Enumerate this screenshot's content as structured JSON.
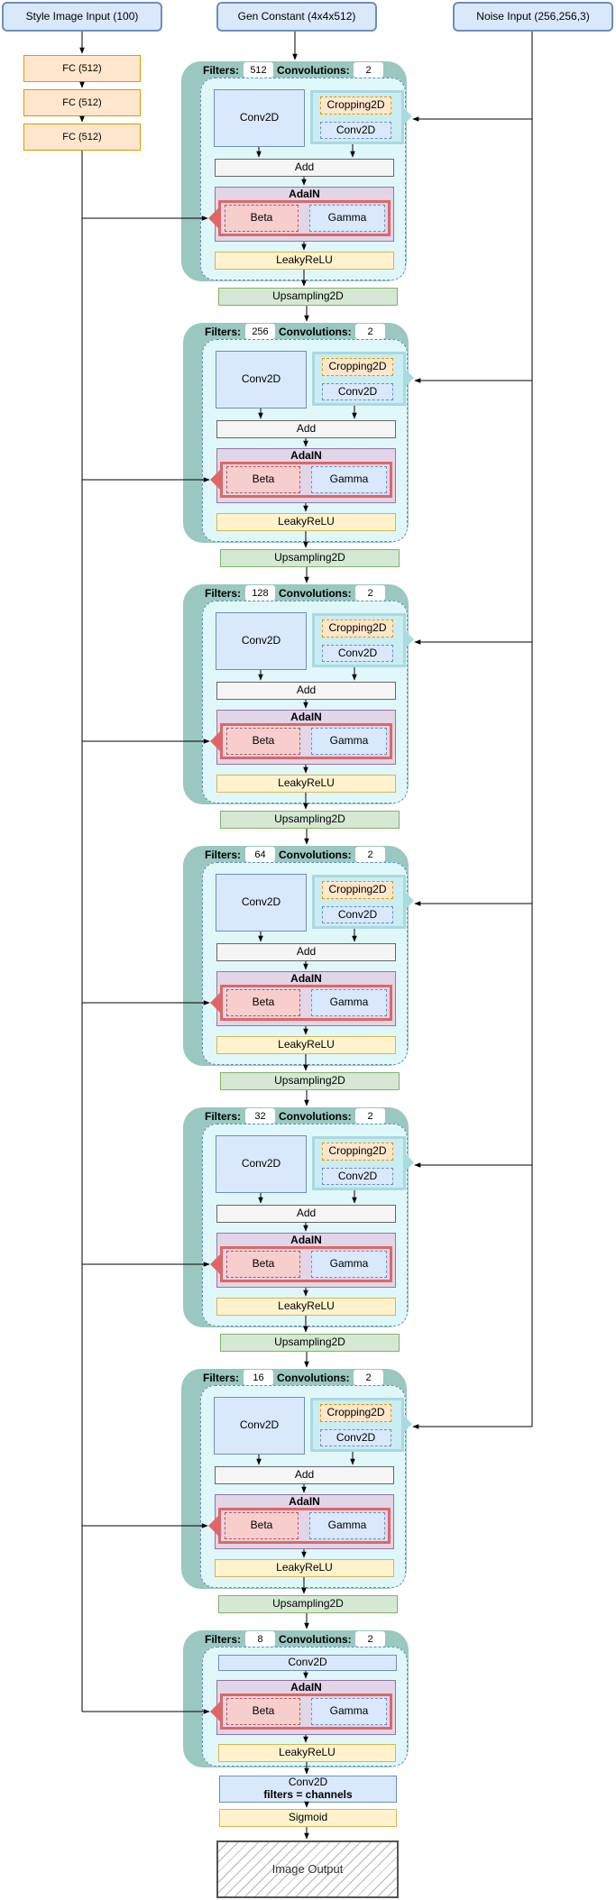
{
  "inputs": {
    "style": "Style Image Input (100)",
    "constant": "Gen Constant (4x4x512)",
    "noise": "Noise Input (256,256,3)"
  },
  "fc_layers": [
    "FC (512)",
    "FC (512)",
    "FC (512)"
  ],
  "labels": {
    "filters": "Filters:",
    "convolutions": "Convolutions:",
    "conv2d": "Conv2D",
    "cropping": "Cropping2D",
    "add": "Add",
    "adain": "AdaIN",
    "beta": "Beta",
    "gamma": "Gamma",
    "leaky": "LeakyReLU",
    "upsampling": "Upsampling2D"
  },
  "blocks": [
    {
      "filters": "512",
      "convolutions": "2"
    },
    {
      "filters": "256",
      "convolutions": "2"
    },
    {
      "filters": "128",
      "convolutions": "2"
    },
    {
      "filters": "64",
      "convolutions": "2"
    },
    {
      "filters": "32",
      "convolutions": "2"
    },
    {
      "filters": "16",
      "convolutions": "2"
    }
  ],
  "final_block": {
    "filters": "8",
    "convolutions": "2"
  },
  "output": {
    "conv_line1": "Conv2D",
    "conv_line2": "filters = channels",
    "sigmoid": "Sigmoid",
    "image": "Image Output"
  },
  "colors": {
    "input": "#dae8fc",
    "fc": "#ffe6cc",
    "block_outer": "#9ac7bf",
    "block_inner": "#e0f7fa",
    "beta": "#f8cecc",
    "adain": "#e1d5e7",
    "leaky": "#fff2cc",
    "upsampling": "#d5e8d4"
  }
}
